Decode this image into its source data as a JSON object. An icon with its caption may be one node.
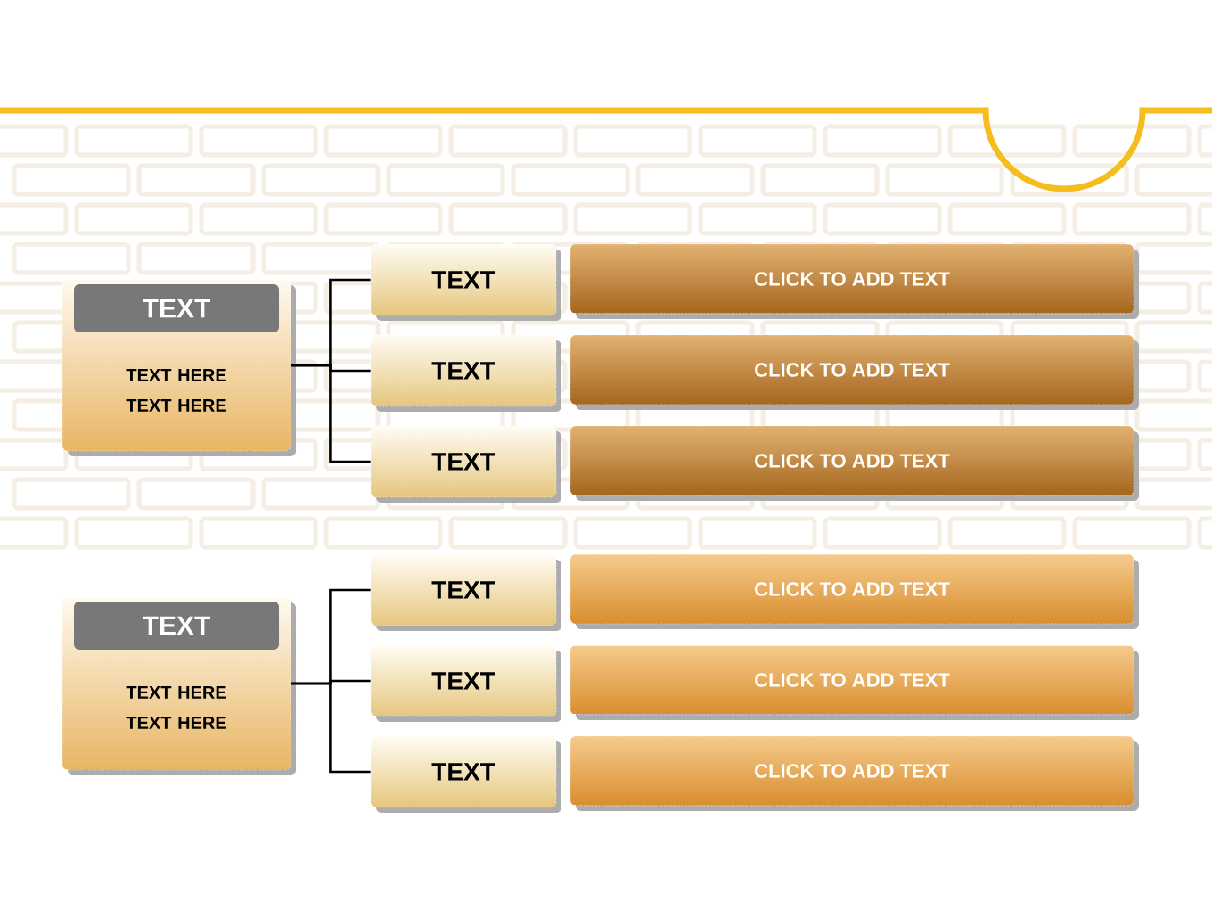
{
  "diagram": {
    "nodes": [
      {
        "text": [
          "TEXT",
          "TEXT HERE TEXT HERE"
        ]
      },
      {
        "text": [
          "TEXT"
        ]
      },
      {
        "text": [
          "TEXT"
        ]
      },
      {
        "text": [
          "TEXT"
        ]
      },
      {
        "text": [
          "CLICK TO ADD TEXT"
        ]
      },
      {
        "text": [
          "CLICK TO ADD TEXT"
        ]
      },
      {
        "text": [
          "CLICK TO ADD TEXT"
        ]
      },
      {
        "text": [
          "TEXT",
          "TEXT HERE TEXT HERE"
        ]
      },
      {
        "text": [
          "TEXT"
        ]
      },
      {
        "text": [
          "TEXT"
        ]
      },
      {
        "text": [
          "TEXT"
        ]
      },
      {
        "text": [
          "CLICK TO ADD TEXT"
        ]
      },
      {
        "text": [
          "CLICK TO ADD TEXT"
        ]
      },
      {
        "text": [
          "CLICK TO ADD TEXT"
        ]
      }
    ],
    "edges": [
      {
        "from": 0,
        "to": 1,
        "arrow": "none"
      },
      {
        "from": 0,
        "to": 2,
        "arrow": "none"
      },
      {
        "from": 0,
        "to": 3,
        "arrow": "none"
      },
      {
        "from": 7,
        "to": 8,
        "arrow": "none"
      },
      {
        "from": 7,
        "to": 9,
        "arrow": "none"
      },
      {
        "from": 7,
        "to": 10,
        "arrow": "none"
      }
    ]
  }
}
